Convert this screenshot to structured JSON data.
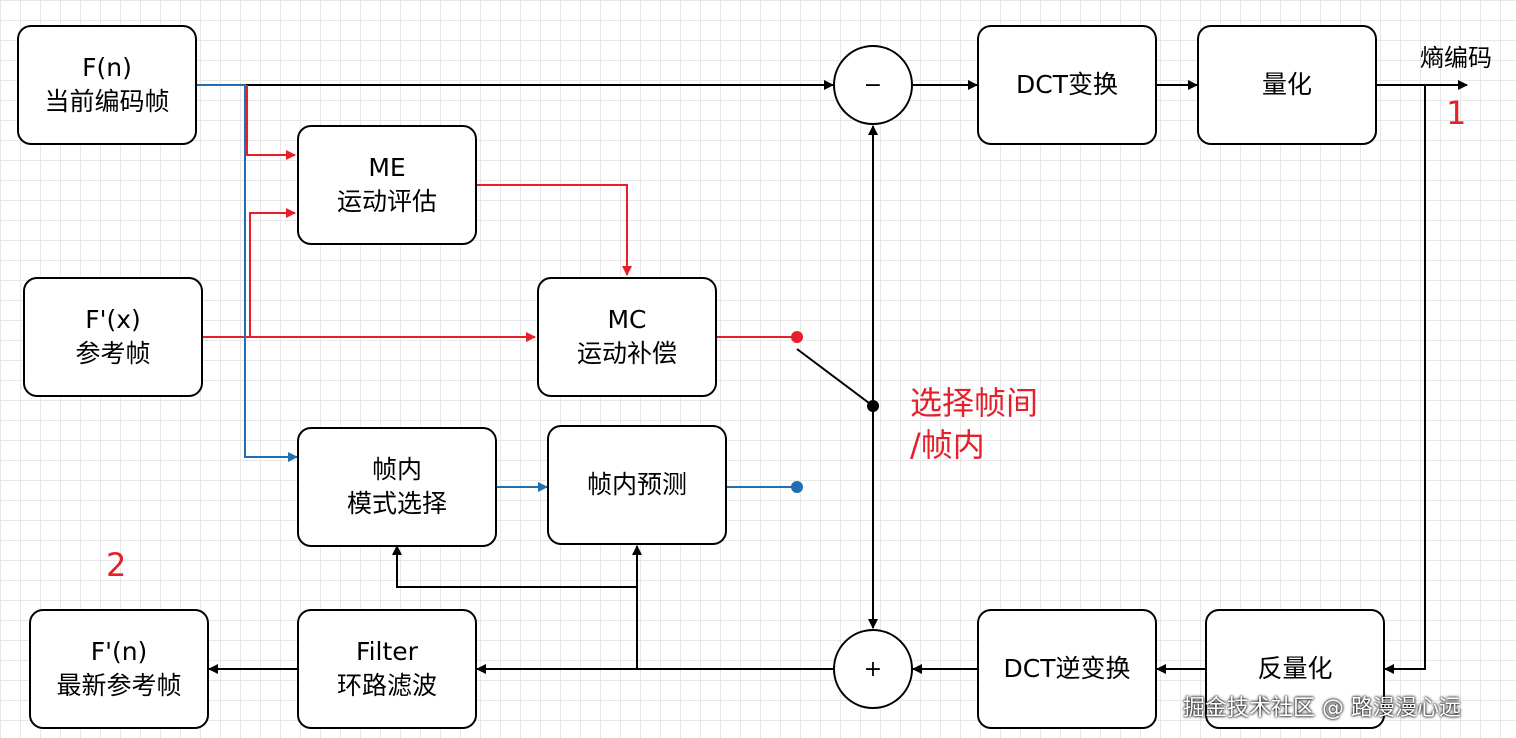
{
  "boxes": {
    "fn": {
      "line1": "F(n)",
      "line2": "当前编码帧"
    },
    "fx": {
      "line1": "F'(x)",
      "line2": "参考帧"
    },
    "me": {
      "line1": "ME",
      "line2": "运动评估"
    },
    "mc": {
      "line1": "MC",
      "line2": "运动补偿"
    },
    "intra_mode": {
      "line1": "帧内",
      "line2": "模式选择"
    },
    "intra_pred": {
      "line1": "帧内预测"
    },
    "dct": {
      "line1": "DCT变换"
    },
    "quant": {
      "line1": "量化"
    },
    "idct": {
      "line1": "DCT逆变换"
    },
    "dequant": {
      "line1": "反量化"
    },
    "filter": {
      "line1": "Filter",
      "line2": "环路滤波"
    },
    "fn_new": {
      "line1": "F'(n)",
      "line2": "最新参考帧"
    }
  },
  "nodes": {
    "minus": "−",
    "plus": "+"
  },
  "labels": {
    "entropy": "熵编码",
    "num1": "1",
    "num2": "2",
    "select_line1": "选择帧间",
    "select_line2": "/帧内",
    "watermark": "掘金技术社区 @ 路漫漫心远"
  },
  "colors": {
    "red": "#e5202a",
    "blue": "#1f6fb2",
    "black": "#000000"
  }
}
